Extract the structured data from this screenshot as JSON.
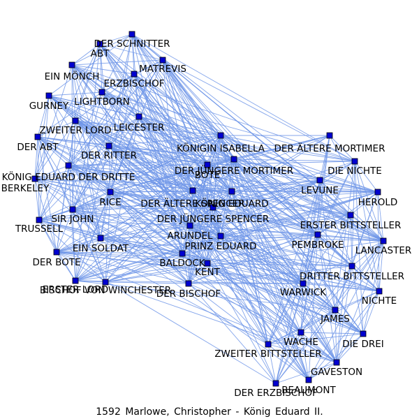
{
  "caption": "1592 Marlowe, Christopher - König Eduard II.",
  "colors": {
    "edge": "#6f96e8",
    "node": "#0000d0",
    "text": "#000000"
  },
  "graph": {
    "nodes": [
      {
        "id": "der_schnitter",
        "label": "DER SCHNITTER"
      },
      {
        "id": "abt",
        "label": "ABT"
      },
      {
        "id": "matrevis",
        "label": "MATREVIS"
      },
      {
        "id": "ein_moench",
        "label": "EIN MÖNCH"
      },
      {
        "id": "erzbischof",
        "label": "ERZBISCHOF"
      },
      {
        "id": "gurney",
        "label": "GURNEY"
      },
      {
        "id": "lightborn",
        "label": "LIGHTBORN"
      },
      {
        "id": "leicester",
        "label": "LEICESTER"
      },
      {
        "id": "zweiter_lord",
        "label": "ZWEITER LORD"
      },
      {
        "id": "der_abt",
        "label": "DER ABT"
      },
      {
        "id": "der_ritter",
        "label": "DER RITTER"
      },
      {
        "id": "koenigin_isabella",
        "label": "KÖNIGIN ISABELLA"
      },
      {
        "id": "der_aeltere_mortimer",
        "label": "DER ÄLTERE MORTIMER"
      },
      {
        "id": "der_juengere_mortimer",
        "label": "DER JÜNGERE MORTIMER"
      },
      {
        "id": "die_nichte",
        "label": "DIE NICHTE"
      },
      {
        "id": "koenig_eduard_der_dritte",
        "label": "KÖNIG EDUARD DER DRITTE"
      },
      {
        "id": "bote",
        "label": "BOTE"
      },
      {
        "id": "berkeley",
        "label": "BERKELEY"
      },
      {
        "id": "levune",
        "label": "LEVUNE"
      },
      {
        "id": "herold",
        "label": "HEROLD"
      },
      {
        "id": "rice",
        "label": "RICE"
      },
      {
        "id": "der_aeltere_spencer",
        "label": "DER ÄLTERE SPENCER"
      },
      {
        "id": "koenig_eduard",
        "label": "KÖNIG EDUARD"
      },
      {
        "id": "sir_john",
        "label": "SIR JOHN"
      },
      {
        "id": "der_juengere_spencer",
        "label": "DER JÜNGERE SPENCER"
      },
      {
        "id": "erster_bittsteller",
        "label": "ERSTER BITTSTELLER"
      },
      {
        "id": "trussell",
        "label": "TRUSSELL"
      },
      {
        "id": "arundel",
        "label": "ARUNDEL"
      },
      {
        "id": "ein_soldat",
        "label": "EIN SOLDAT"
      },
      {
        "id": "pembroke",
        "label": "PEMBROKE"
      },
      {
        "id": "prinz_eduard",
        "label": "PRINZ EDUARD"
      },
      {
        "id": "lancaster",
        "label": "LANCASTER"
      },
      {
        "id": "der_bote",
        "label": "DER BOTE"
      },
      {
        "id": "baldock",
        "label": "BALDOCK"
      },
      {
        "id": "kent",
        "label": "KENT"
      },
      {
        "id": "dritter_bittsteller",
        "label": "DRITTER BITTSTELLER"
      },
      {
        "id": "erster_lord",
        "label": "ERSTER LORD"
      },
      {
        "id": "bischof_von_winchester",
        "label": "BISCHOF VON WINCHESTER"
      },
      {
        "id": "der_bischof",
        "label": "DER BISCHOF"
      },
      {
        "id": "warwick",
        "label": "WARWICK"
      },
      {
        "id": "nichte",
        "label": "NICHTE"
      },
      {
        "id": "james",
        "label": "JAMES"
      },
      {
        "id": "wache",
        "label": "WACHE"
      },
      {
        "id": "die_drei",
        "label": "DIE DREI"
      },
      {
        "id": "zweiter_bittsteller",
        "label": "ZWEITER BITTSTELLER"
      },
      {
        "id": "gaveston",
        "label": "GAVESTON"
      },
      {
        "id": "der_erzbischof",
        "label": "DER ERZBISCHOF"
      },
      {
        "id": "beaumont",
        "label": "BEAUMONT"
      }
    ]
  }
}
